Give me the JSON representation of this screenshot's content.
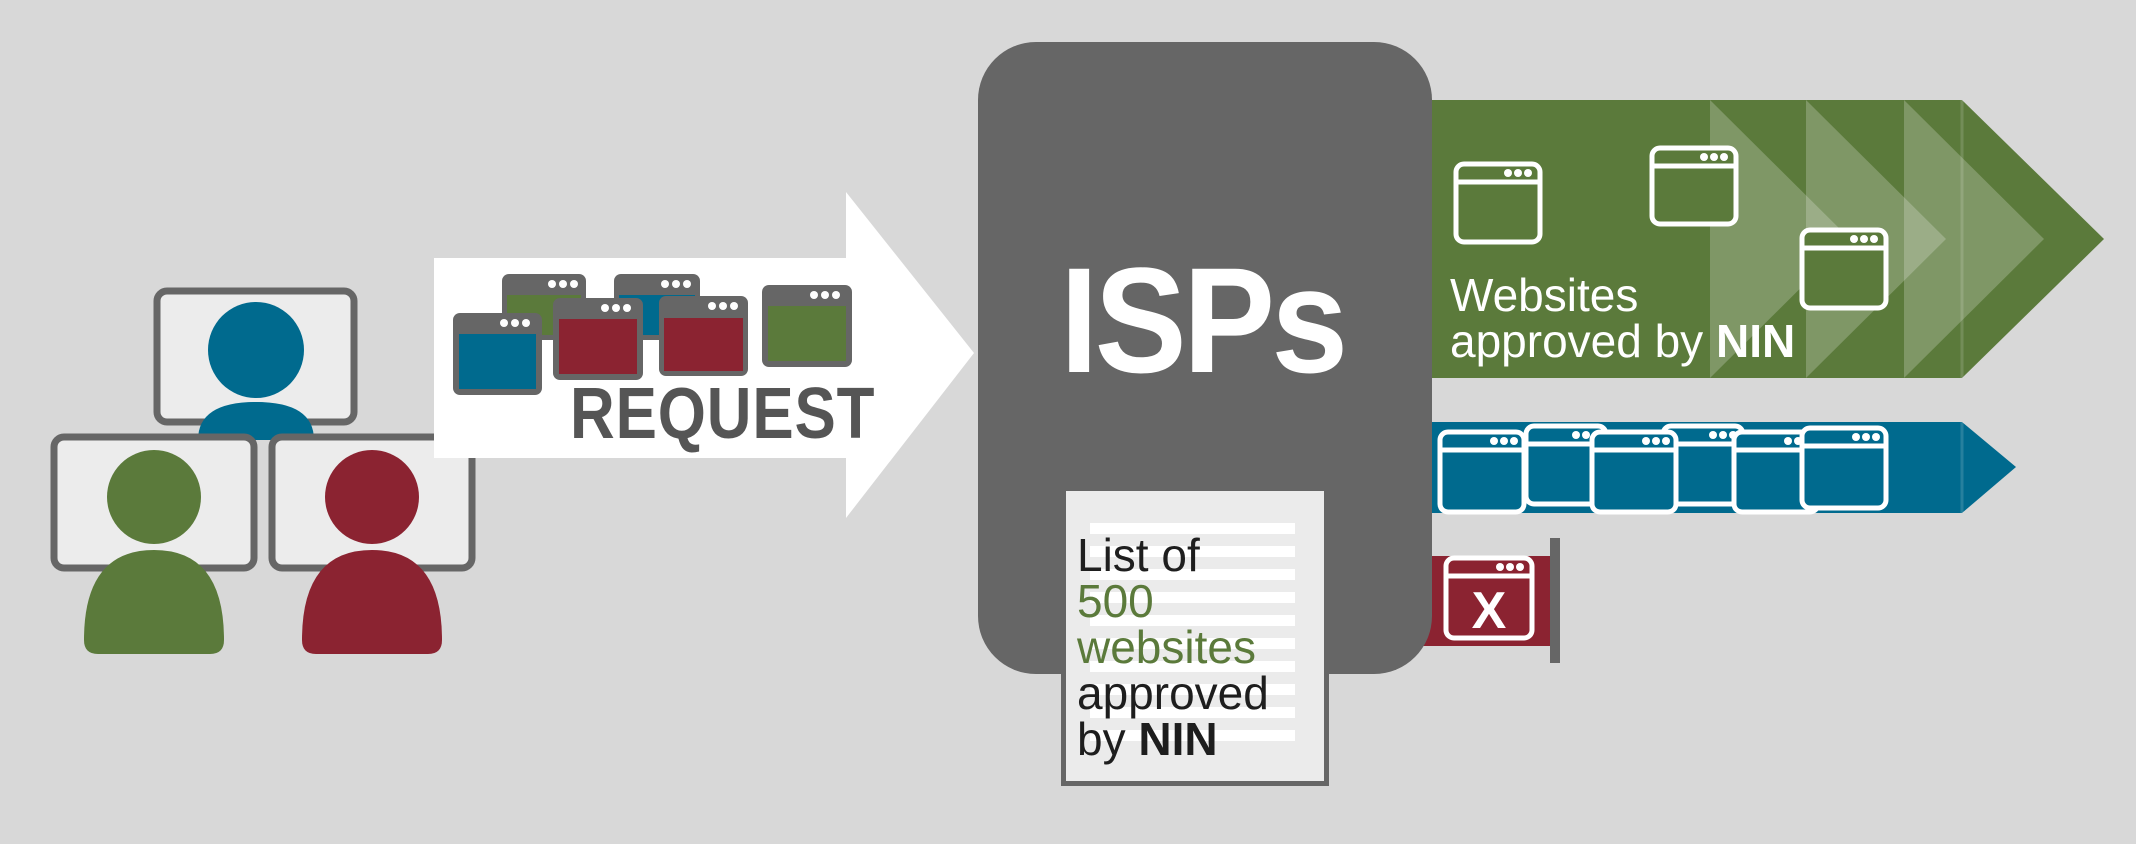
{
  "colors": {
    "background": "#d8d8d8",
    "green": "#5b7a3b",
    "blue": "#006a8e",
    "red": "#8b2331",
    "dark_gray": "#666666",
    "light_gray": "#ebebeb",
    "white": "#ffffff"
  },
  "request": {
    "label": "REQUEST"
  },
  "isps": {
    "title": "ISPs"
  },
  "approved": {
    "line1": "Websites",
    "line2_prefix": "approved by ",
    "line2_bold": "NIN"
  },
  "list_doc": {
    "line1": "List of",
    "line2": "500",
    "line3": "websites",
    "line4": "approved",
    "line5_prefix": "by ",
    "line5_bold": "NIN"
  },
  "blocked": {
    "icon_glyph": "X"
  },
  "icons": {
    "users": [
      "person-icon",
      "person-icon",
      "person-icon"
    ],
    "windows": "browser-window-icon",
    "blocked": "blocked-website-icon"
  }
}
